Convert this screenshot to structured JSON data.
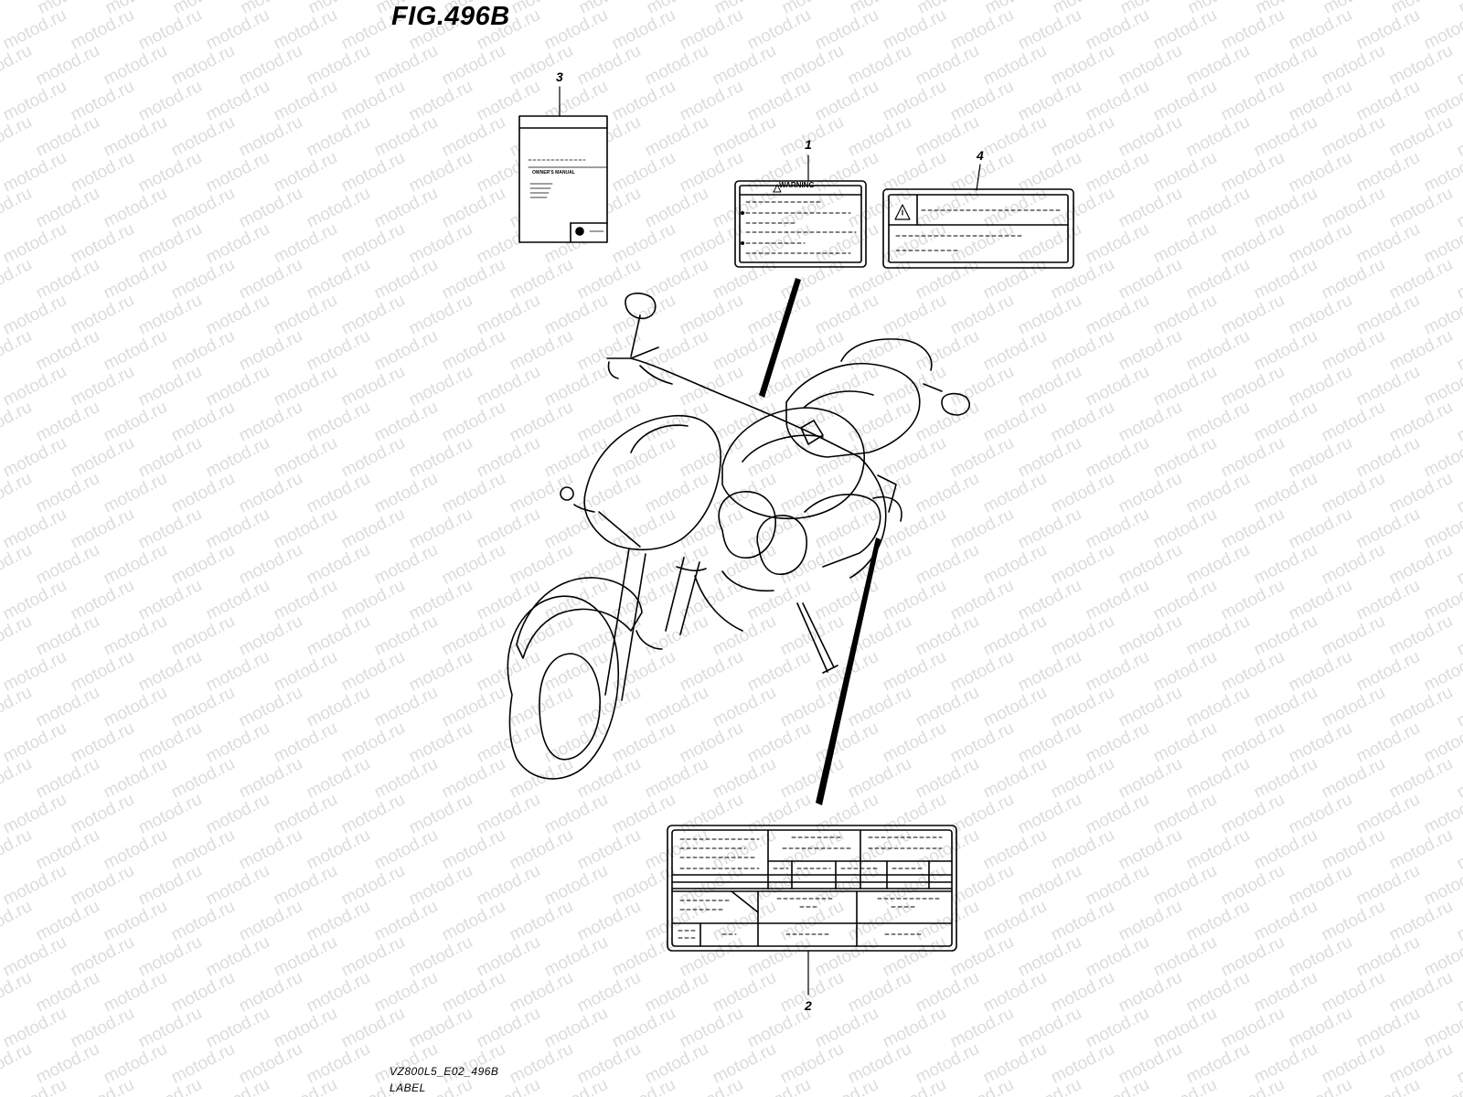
{
  "figure": {
    "title": "FIG.496B",
    "model_code": "VZ800L5_E02_496B",
    "section_name": "LABEL"
  },
  "watermark": {
    "text": "motod.ru",
    "color": "#dcdcdc"
  },
  "callouts": [
    {
      "number": "1"
    },
    {
      "number": "2"
    },
    {
      "number": "3"
    },
    {
      "number": "4"
    }
  ],
  "labels": {
    "warning_label_title": "WARNING",
    "owners_manual_title": "OWNER'S MANUAL"
  },
  "colors": {
    "line": "#000000",
    "background": "#ffffff"
  }
}
